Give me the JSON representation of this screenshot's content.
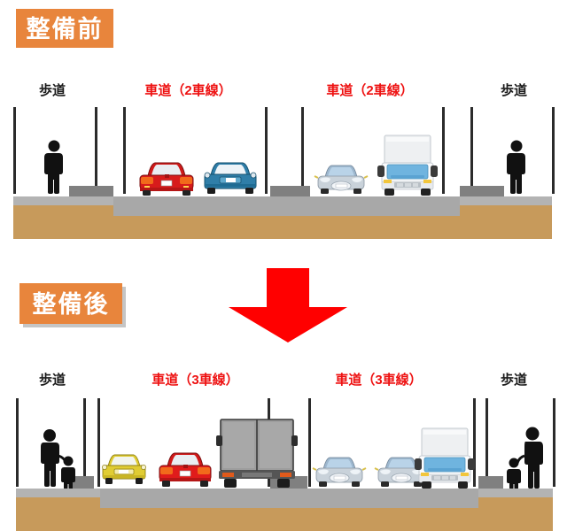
{
  "diagram": {
    "title_before": "整備前",
    "title_after": "整備後",
    "arrow": {
      "name": "down-arrow",
      "color": "#FF0000"
    },
    "accent_colors": {
      "badge_background": "#E8853C",
      "badge_text": "#FFFFFF",
      "lane_label": "#EE1111",
      "sidewalk_label": "#1A1A1A",
      "road_surface": "#A8A8A8",
      "sidewalk_surface": "#AAAAAA",
      "soil": "#C79A5B",
      "arrow": "#FF0000",
      "pole": "#2B2B2B"
    },
    "before": {
      "badge": "整備前",
      "labels": [
        {
          "text": "歩道",
          "kind": "sidewalk"
        },
        {
          "text": "車道（2車線）",
          "kind": "roadway"
        },
        {
          "text": "車道（2車線）",
          "kind": "roadway"
        },
        {
          "text": "歩道",
          "kind": "sidewalk"
        }
      ],
      "lanes_per_direction": 2,
      "vehicles": [
        {
          "name": "red-car-rear",
          "color": "#D71B1B"
        },
        {
          "name": "blue-car-rear",
          "color": "#2F7EA8"
        },
        {
          "name": "silver-car-front",
          "color": "#C9D2DA"
        },
        {
          "name": "white-blue-truck-front",
          "color": "#6FB4DF"
        }
      ],
      "pedestrians": [
        {
          "name": "adult-left"
        },
        {
          "name": "adult-right"
        }
      ]
    },
    "after": {
      "badge": "整備後",
      "labels": [
        {
          "text": "歩道",
          "kind": "sidewalk"
        },
        {
          "text": "車道（3車線）",
          "kind": "roadway"
        },
        {
          "text": "車道（3車線）",
          "kind": "roadway"
        },
        {
          "text": "歩道",
          "kind": "sidewalk"
        }
      ],
      "lanes_per_direction": 3,
      "vehicles": [
        {
          "name": "yellow-car-rear",
          "color": "#E0CC33"
        },
        {
          "name": "red-car-rear",
          "color": "#E01B1B"
        },
        {
          "name": "gray-box-truck-rear",
          "color": "#9D9D9D"
        },
        {
          "name": "silver-car-front-1",
          "color": "#C9D2DA"
        },
        {
          "name": "silver-car-front-2",
          "color": "#C9D2DA"
        },
        {
          "name": "white-blue-truck-front",
          "color": "#6FB4DF"
        }
      ],
      "pedestrians": [
        {
          "name": "adult-with-child-left"
        },
        {
          "name": "adult-with-child-right"
        }
      ]
    }
  }
}
